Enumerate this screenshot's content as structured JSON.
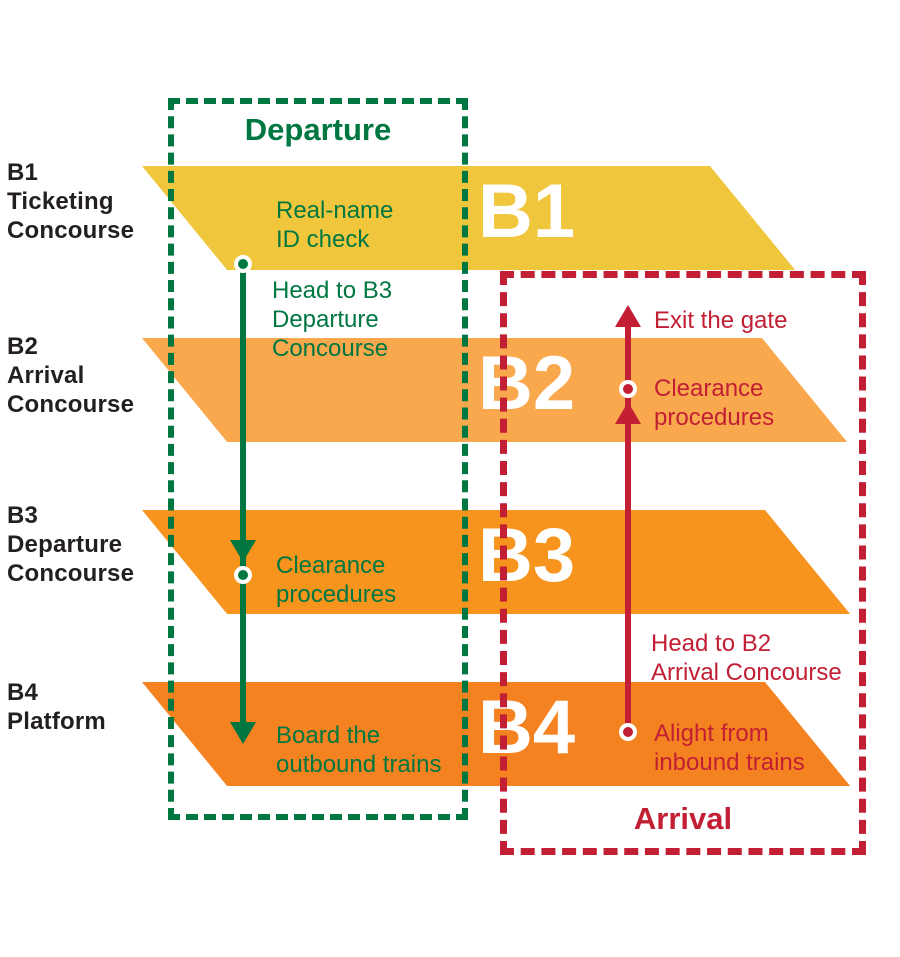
{
  "floors": [
    {
      "big_label": "B1",
      "side_label_lines": [
        "B1",
        "Ticketing",
        "Concourse"
      ],
      "color": "#F0C63C"
    },
    {
      "big_label": "B2",
      "side_label_lines": [
        "B2",
        "Arrival",
        "Concourse"
      ],
      "color": "#FAA84D"
    },
    {
      "big_label": "B3",
      "side_label_lines": [
        "B3",
        "Departure",
        "Concourse"
      ],
      "color": "#F7941E"
    },
    {
      "big_label": "B4",
      "side_label_lines": [
        "B4",
        "Platform"
      ],
      "color": "#F58220"
    }
  ],
  "departure": {
    "title": "Departure",
    "color": "#007741",
    "steps": [
      {
        "lines": [
          "Real-name",
          "ID check"
        ]
      },
      {
        "lines": [
          "Head to B3",
          "Departure",
          "Concourse"
        ]
      },
      {
        "lines": [
          "Clearance",
          "procedures"
        ]
      },
      {
        "lines": [
          "Board the",
          "outbound trains"
        ]
      }
    ]
  },
  "arrival": {
    "title": "Arrival",
    "color": "#C21F35",
    "steps": [
      {
        "lines": [
          "Exit the gate"
        ]
      },
      {
        "lines": [
          "Clearance",
          "procedures"
        ]
      },
      {
        "lines": [
          "Head to B2",
          "Arrival Concourse"
        ]
      },
      {
        "lines": [
          "Alight from",
          "inbound trains"
        ]
      }
    ]
  }
}
